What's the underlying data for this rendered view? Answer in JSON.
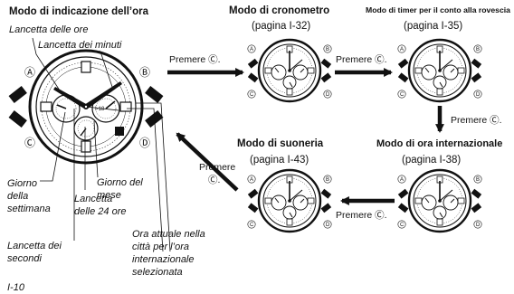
{
  "main": {
    "title": "Modo di indicazione dell’ora",
    "ore": "Lancetta delle ore",
    "minuti": "Lancetta dei minuti",
    "giorno_sett": [
      "Giorno",
      "della",
      "settimana"
    ],
    "giorno_mese": [
      "Giorno del",
      "mese"
    ],
    "lancetta24": [
      "Lancetta",
      "delle 24 ore"
    ],
    "secondi": [
      "Lancetta dei",
      "secondi"
    ],
    "ora_attuale": [
      "Ora attuale nella",
      "città per l’ora",
      "internazionale",
      "selezionata"
    ],
    "btn_a": "Ⓐ",
    "btn_b": "Ⓑ",
    "btn_c": "Ⓒ",
    "btn_d": "Ⓓ",
    "dial_label": "I-18"
  },
  "modes": {
    "cronometro": {
      "title": "Modo di cronometro",
      "page": "(pagina I-32)"
    },
    "timer": {
      "title": "Modo di timer per il conto alla rovescia",
      "page": "(pagina I-35)"
    },
    "ora_int": {
      "title": "Modo di ora internazionale",
      "page": "(pagina I-38)"
    },
    "suoneria": {
      "title": "Modo di suoneria",
      "page": "(pagina I-43)"
    }
  },
  "arrows": {
    "press1": "Premere Ⓒ.",
    "press2": "Premere Ⓒ.",
    "press3": "Premere Ⓒ.",
    "press4": "Premere Ⓒ.",
    "press5_a": "Premere",
    "press5_b": "Ⓒ."
  },
  "page_number": "I-10"
}
